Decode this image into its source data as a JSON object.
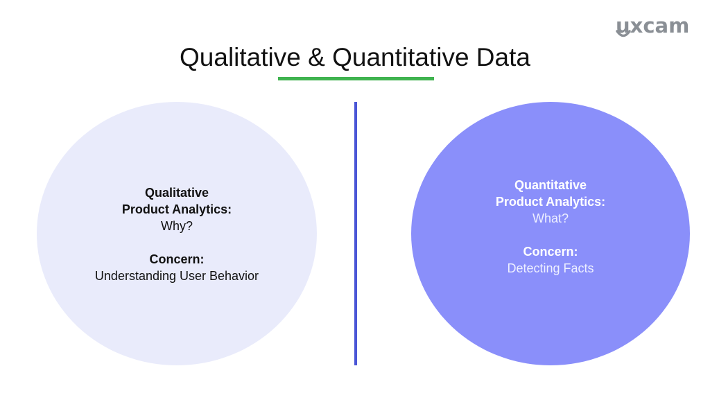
{
  "logo": {
    "text": "uxcam",
    "color": "#8a8f95"
  },
  "title": "Qualitative & Quantitative Data",
  "colors": {
    "underline": "#3fb34f",
    "divider": "#4a56d6",
    "left_circle": "#e9ebfb",
    "right_circle": "#8a8ffa"
  },
  "left": {
    "heading_line1": "Qualitative",
    "heading_line2": "Product Analytics:",
    "question": "Why?",
    "concern_label": "Concern:",
    "concern_value": "Understanding User Behavior"
  },
  "right": {
    "heading_line1": "Quantitative",
    "heading_line2": "Product Analytics:",
    "question": "What?",
    "concern_label": "Concern:",
    "concern_value": "Detecting Facts"
  }
}
